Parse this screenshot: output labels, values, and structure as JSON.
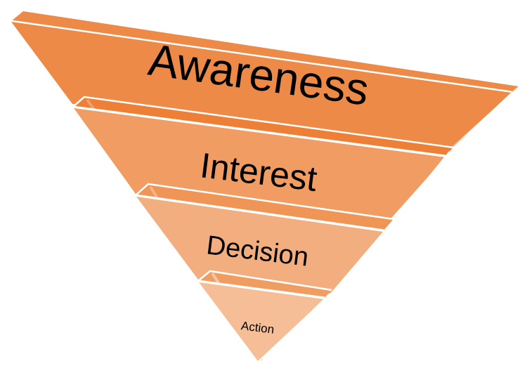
{
  "diagram": {
    "type": "inverted-funnel",
    "layers": [
      {
        "label": "Awareness",
        "color": "#EE8A48",
        "ledge_color": "#ED7F37"
      },
      {
        "label": "Interest",
        "color": "#F09C62",
        "ledge_color": "#ED843F"
      },
      {
        "label": "Decision",
        "color": "#F2AE7E",
        "ledge_color": "#EF9556"
      },
      {
        "label": "Action",
        "color": "#F5BE96",
        "ledge_color": "#F09D62"
      }
    ],
    "edge_color": "#FFFFFF",
    "background": "#FFFFFF"
  }
}
